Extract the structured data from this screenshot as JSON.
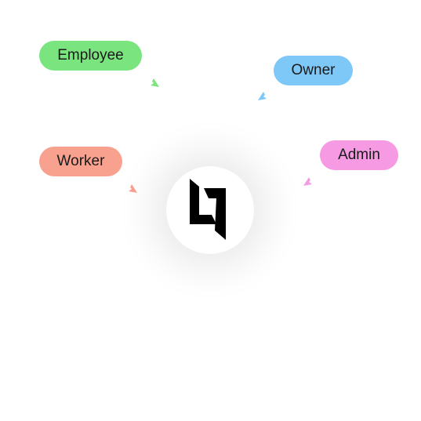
{
  "roles": [
    {
      "id": "employee",
      "label": "Employee",
      "color": "#7ae57f"
    },
    {
      "id": "owner",
      "label": "Owner",
      "color": "#7ec8f8"
    },
    {
      "id": "worker",
      "label": "Worker",
      "color": "#f9a18f"
    },
    {
      "id": "admin",
      "label": "Admin",
      "color": "#f59ae3"
    }
  ],
  "hub": {
    "logo_icon": "brand-logo-icon",
    "logo_color": "#000000"
  }
}
